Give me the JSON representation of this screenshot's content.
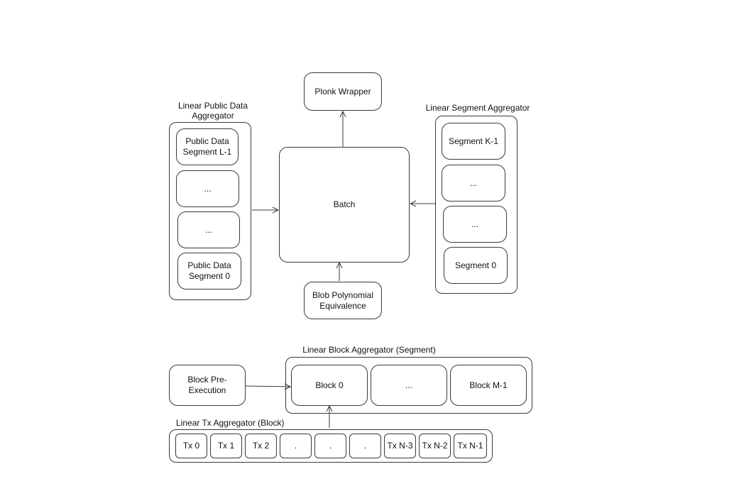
{
  "diagram": {
    "plonk_wrapper": "Plonk Wrapper",
    "batch": "Batch",
    "blob": "Blob Polynomial Equivalence",
    "public_data_aggregator": {
      "title": "Linear Public Data Aggregator",
      "items": [
        "Public Data Segment L-1",
        "...",
        "...",
        "Public Data Segment 0"
      ]
    },
    "segment_aggregator": {
      "title": "Linear Segment Aggregator",
      "items": [
        "Segment K-1",
        "...",
        "...",
        "Segment 0"
      ]
    },
    "block_pre_execution": "Block Pre-Execution",
    "block_aggregator": {
      "title": "Linear Block Aggregator (Segment)",
      "items": [
        "Block 0",
        "...",
        "Block M-1"
      ]
    },
    "tx_aggregator": {
      "title": "Linear Tx Aggregator (Block)",
      "items": [
        "Tx 0",
        "Tx 1",
        "Tx 2",
        ".",
        ".",
        ".",
        "Tx N-3",
        "Tx N-2",
        "Tx N-1"
      ]
    }
  }
}
